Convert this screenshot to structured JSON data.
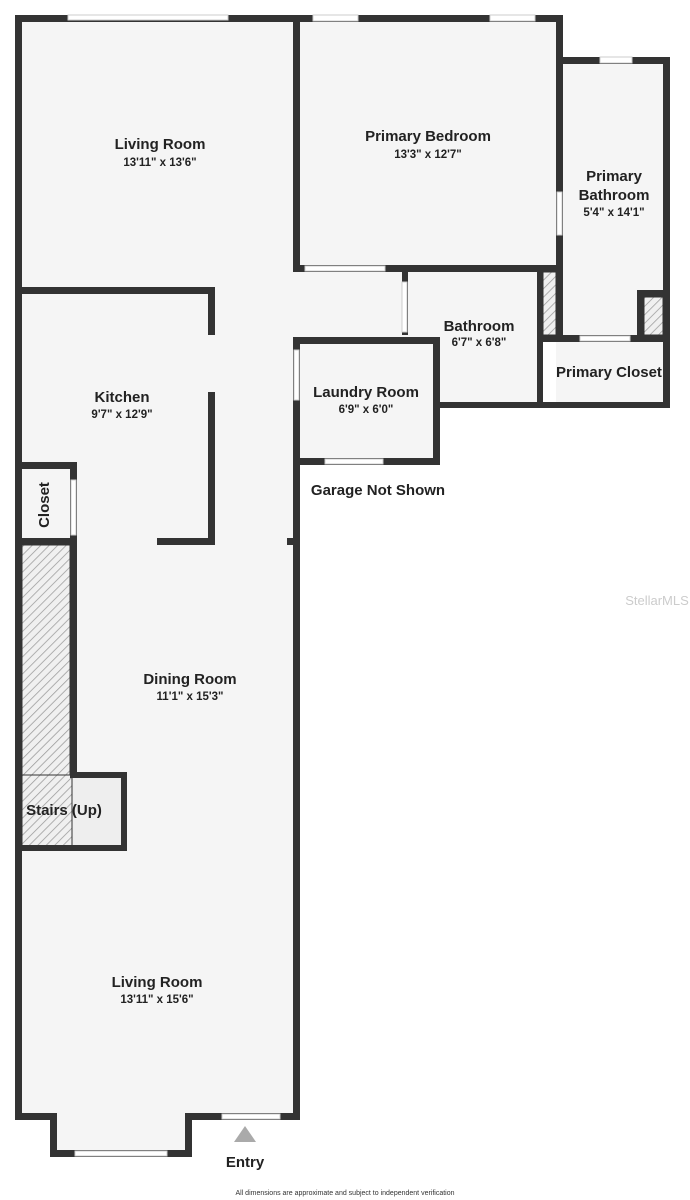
{
  "rooms": {
    "living_top": {
      "name": "Living Room",
      "dims": "13'11\" x 13'6\""
    },
    "primary_bedroom": {
      "name": "Primary Bedroom",
      "dims": "13'3\" x 12'7\""
    },
    "primary_bathroom": {
      "name_line1": "Primary",
      "name_line2": "Bathroom",
      "dims": "5'4\" x 14'1\""
    },
    "bathroom": {
      "name": "Bathroom",
      "dims": "6'7\" x 6'8\""
    },
    "primary_closet": {
      "name": "Primary Closet"
    },
    "laundry": {
      "name": "Laundry Room",
      "dims": "6'9\" x 6'0\""
    },
    "kitchen": {
      "name": "Kitchen",
      "dims": "9'7\" x 12'9\""
    },
    "closet": {
      "name": "Closet"
    },
    "dining": {
      "name": "Dining Room",
      "dims": "11'1\" x 15'3\""
    },
    "stairs": {
      "name": "Stairs (Up)"
    },
    "living_bottom": {
      "name": "Living Room",
      "dims": "13'11\" x 15'6\""
    }
  },
  "notes": {
    "garage": "Garage Not Shown",
    "entry": "Entry",
    "disclaimer": "All dimensions are approximate and subject to independent verification",
    "watermark": "StellarMLS"
  },
  "colors": {
    "wall": "#333333",
    "floor": "#f5f5f5",
    "entry_marker": "#aaaaaa"
  }
}
